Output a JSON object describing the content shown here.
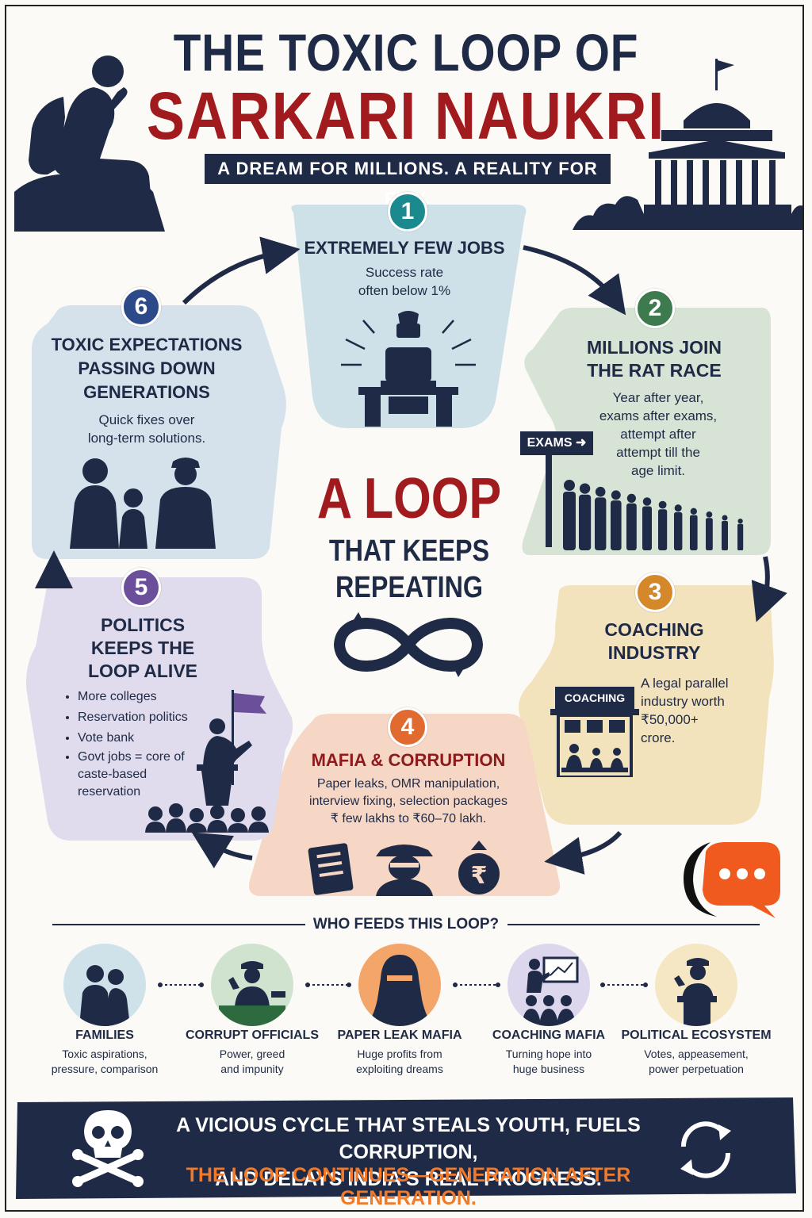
{
  "header": {
    "title_line1": "THE TOXIC LOOP OF",
    "title_line2": "SARKARI NAUKRI",
    "subtitle": "A DREAM FOR MILLIONS. A REALITY FOR FEW."
  },
  "steps": [
    {
      "number": "1",
      "title": "EXTREMELY FEW JOBS",
      "text": [
        "Success rate",
        "often below 1%"
      ],
      "color": "#1b8a8f",
      "icon": "empty-office-chair-icon"
    },
    {
      "number": "2",
      "title": [
        "MILLIONS JOIN",
        "THE RAT RACE"
      ],
      "text": [
        "Year after year,",
        "exams after exams,",
        "attempt after",
        "attempt till the",
        "age limit."
      ],
      "sign": "EXAMS",
      "color": "#3d7a4e",
      "icon": "queue-of-people-icon"
    },
    {
      "number": "3",
      "title": [
        "COACHING",
        "INDUSTRY"
      ],
      "text": [
        "A legal parallel",
        "industry worth",
        "₹50,000+",
        "crore."
      ],
      "sign": "COACHING",
      "color": "#d4882a",
      "icon": "coaching-center-icon"
    },
    {
      "number": "4",
      "title": "MAFIA & CORRUPTION",
      "text": [
        "Paper leaks, OMR manipulation,",
        "interview fixing, selection packages",
        "₹ few lakhs to ₹60–70 lakh."
      ],
      "color": "#e06a2f",
      "icon": "masked-mafia-icon"
    },
    {
      "number": "5",
      "title": [
        "POLITICS",
        "KEEPS THE",
        "LOOP ALIVE"
      ],
      "bullets": [
        "More colleges",
        "Reservation politics",
        "Vote bank",
        "Govt jobs = core of caste-based reservation"
      ],
      "color": "#6b4f9b",
      "icon": "politician-podium-icon"
    },
    {
      "number": "6",
      "title": [
        "TOXIC EXPECTATIONS",
        "PASSING DOWN",
        "GENERATIONS"
      ],
      "text": [
        "Quick fixes over",
        "long-term solutions."
      ],
      "color": "#2c4a8a",
      "icon": "family-icon"
    }
  ],
  "center": {
    "line1": "A LOOP",
    "line2": "THAT KEEPS",
    "line3": "REPEATING"
  },
  "feeders": {
    "heading": "WHO FEEDS THIS LOOP?",
    "items": [
      {
        "name": "FAMILIES",
        "desc": [
          "Toxic aspirations,",
          "pressure, comparison"
        ],
        "bg": "#cfe2ea",
        "icon": "family-couple-icon"
      },
      {
        "name": "CORRUPT OFFICIALS",
        "desc": [
          "Power, greed",
          "and impunity"
        ],
        "bg": "#cfe3cf",
        "icon": "official-at-desk-icon"
      },
      {
        "name": "PAPER LEAK MAFIA",
        "desc": [
          "Huge profits from",
          "exploiting dreams"
        ],
        "bg": "#f4a66a",
        "icon": "hooded-mafia-icon"
      },
      {
        "name": "COACHING MAFIA",
        "desc": [
          "Turning hope into",
          "huge business"
        ],
        "bg": "#ddd7ee",
        "icon": "teacher-classroom-icon"
      },
      {
        "name": "POLITICAL ECOSYSTEM",
        "desc": [
          "Votes, appeasement,",
          "power perpetuation"
        ],
        "bg": "#f6e7c4",
        "icon": "politician-speech-icon"
      }
    ]
  },
  "footer": {
    "line1": "A VICIOUS CYCLE THAT STEALS YOUTH, FUELS CORRUPTION,",
    "line2": "AND DELAYS INDIA’S REAL PROGRESS.",
    "line3": "THE LOOP CONTINUES—GENERATION AFTER GENERATION."
  },
  "colors": {
    "navy": "#1f2a46",
    "red": "#a11a1d",
    "orange": "#f07a2a"
  }
}
